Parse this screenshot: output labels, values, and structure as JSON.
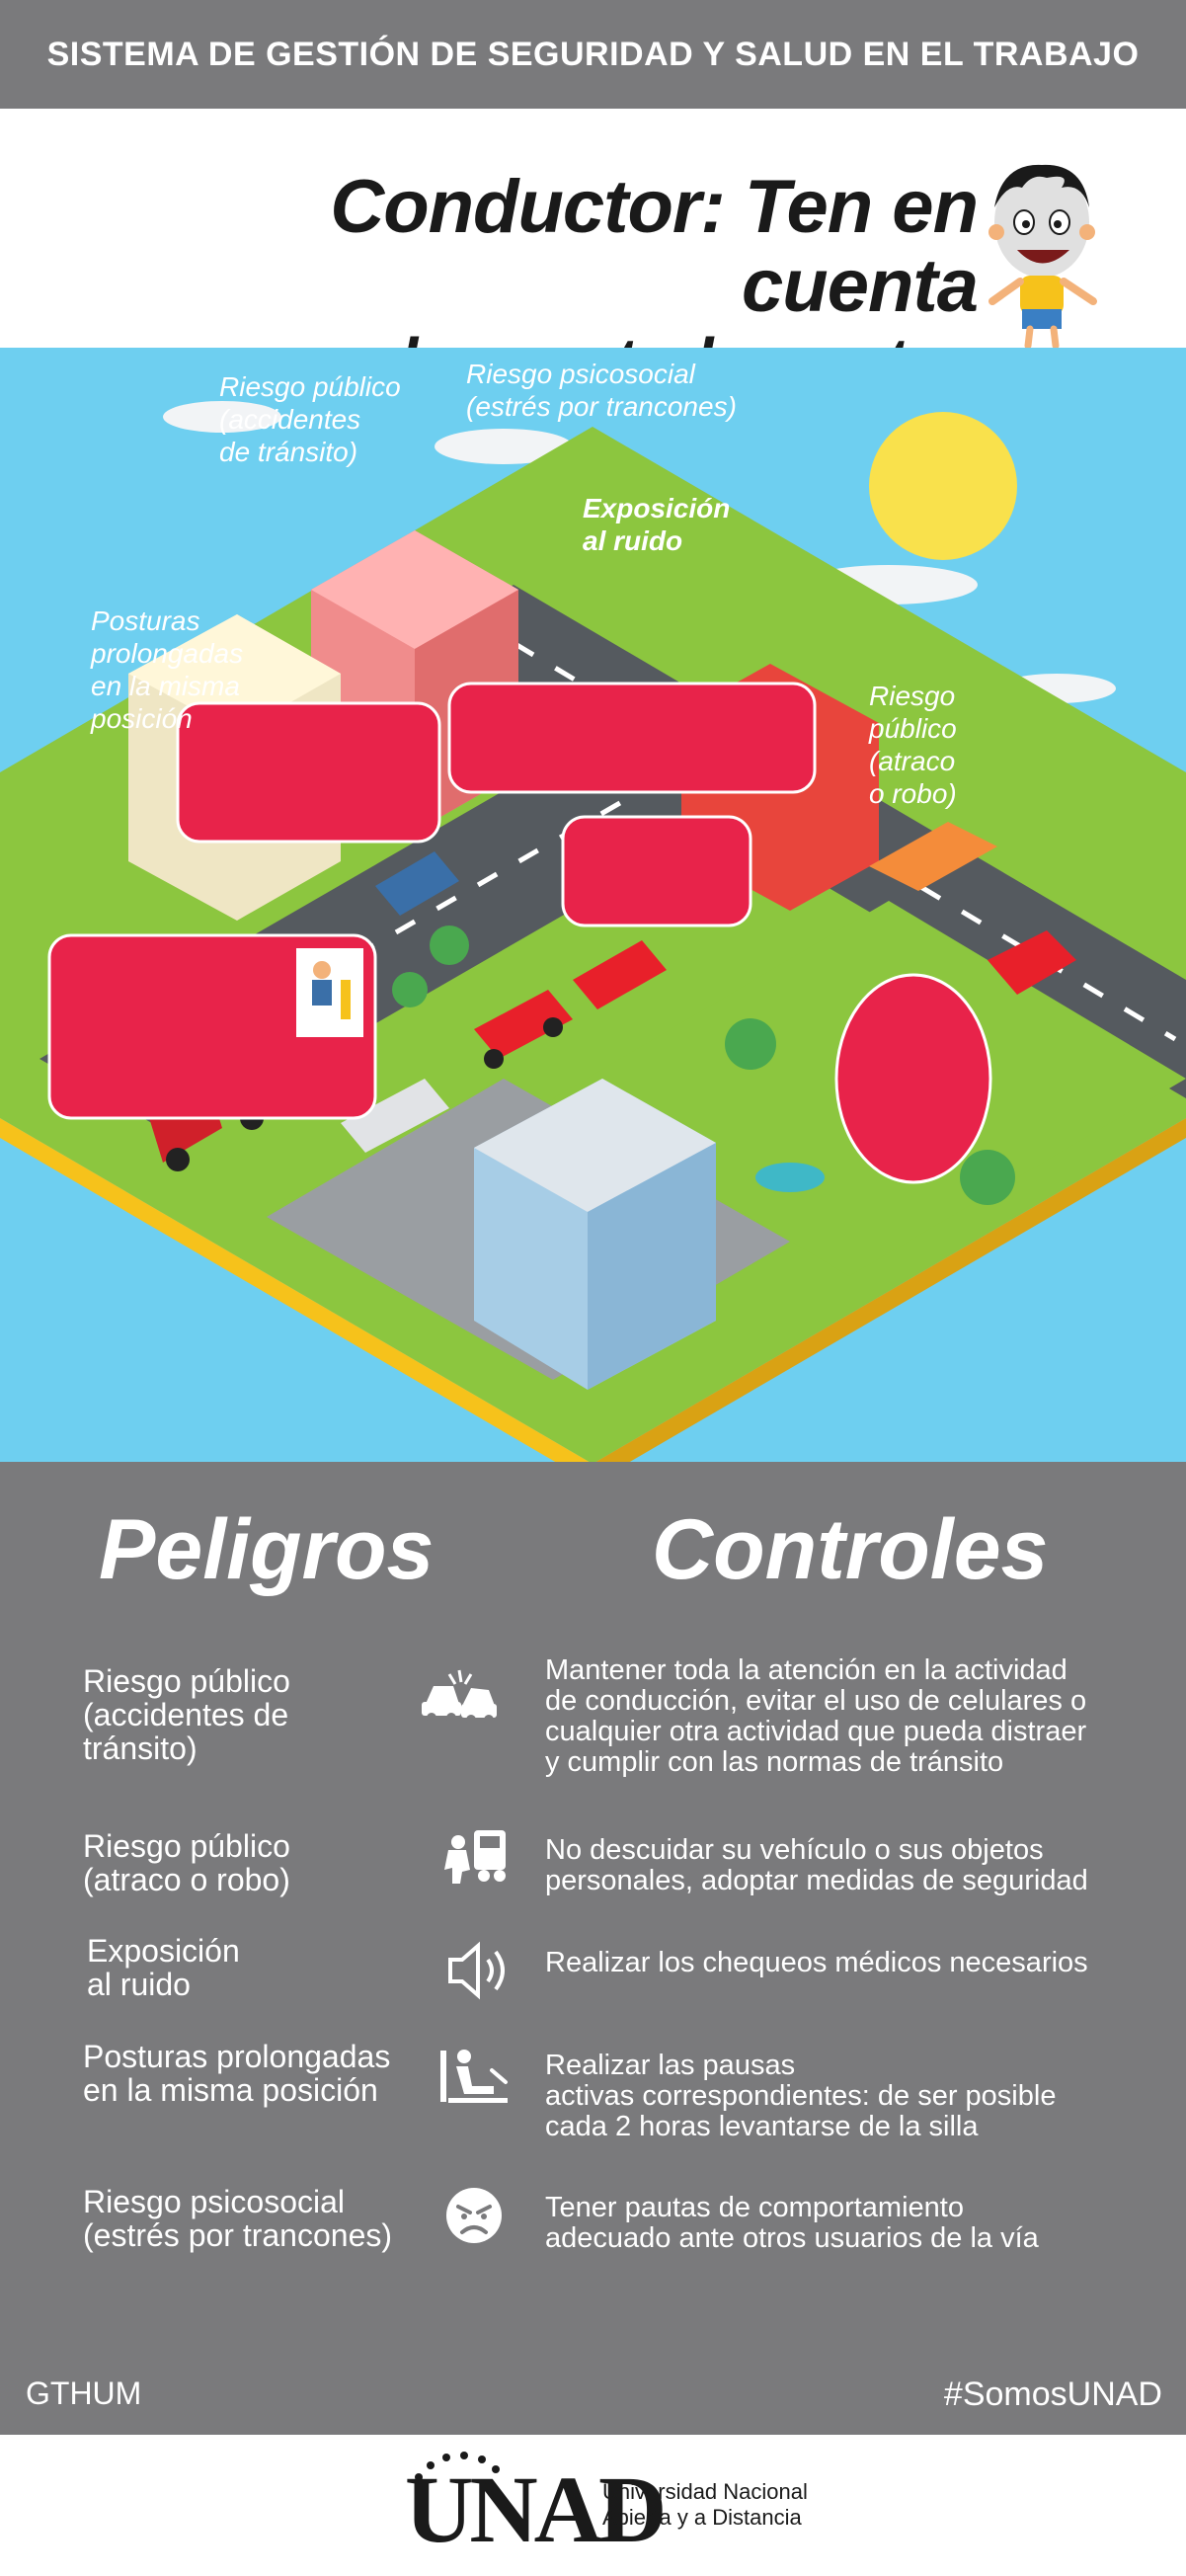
{
  "header": {
    "system_title": "SISTEMA DE GESTIÓN DE SEGURIDAD Y SALUD EN EL TRABAJO",
    "title_line1": "Conductor: Ten en cuenta",
    "title_line2": "los controles en tus actividades"
  },
  "scene": {
    "bubbles": [
      {
        "line1": "Riesgo público",
        "line2": "(accidentes",
        "line3": "de tránsito)"
      },
      {
        "line1": "Riesgo psicosocial",
        "line2": "(estrés por trancones)"
      },
      {
        "line1": "Exposición",
        "line2": "al ruido"
      },
      {
        "line1": "Posturas",
        "line2": "prolongadas",
        "line3": "en la misma",
        "line4": "posición"
      },
      {
        "line1": "Riesgo",
        "line2": "público",
        "line3": "(atraco",
        "line4": "o robo)"
      }
    ]
  },
  "table": {
    "hazards_heading": "Peligros",
    "controls_heading": "Controles",
    "rows": [
      {
        "hazard": [
          "Riesgo público",
          "(accidentes de",
          "tránsito)"
        ],
        "icon": "car-crash-icon",
        "control": [
          "Mantener toda la atención en la actividad",
          "de conducción, evitar el uso de celulares o",
          "cualquier otra actividad que pueda distraer",
          "y cumplir con las normas de tránsito"
        ]
      },
      {
        "hazard": [
          "Riesgo público",
          "(atraco o robo)"
        ],
        "icon": "robbery-icon",
        "control": [
          "No descuidar su vehículo o sus objetos",
          "personales, adoptar medidas de seguridad"
        ]
      },
      {
        "hazard": [
          "Exposición",
          "al ruido"
        ],
        "icon": "speaker-volume-icon",
        "control": [
          "Realizar los chequeos médicos necesarios"
        ]
      },
      {
        "hazard": [
          "Posturas prolongadas",
          "en la misma posición"
        ],
        "icon": "seated-driver-icon",
        "control": [
          "Realizar las pausas",
          "activas correspondientes: de ser posible",
          "cada 2 horas levantarse de la silla"
        ]
      },
      {
        "hazard": [
          "Riesgo psicosocial",
          "(estrés por trancones)"
        ],
        "icon": "angry-face-icon",
        "control": [
          "Tener pautas de comportamiento",
          "adecuado ante otros usuarios de la vía"
        ]
      }
    ]
  },
  "footer": {
    "left": "GTHUM",
    "right": "#SomosUNAD",
    "logo_word": "UNAD",
    "logo_sub_line1": "Universidad Nacional",
    "logo_sub_line2": "Abierta y a Distancia"
  },
  "colors": {
    "gray_panel": "#7a7a7c",
    "sky": "#6ecff0",
    "bubble_red": "#e8234a",
    "grass": "#8cc63f",
    "road": "#555a5f",
    "curb_yellow": "#f6c21b"
  }
}
